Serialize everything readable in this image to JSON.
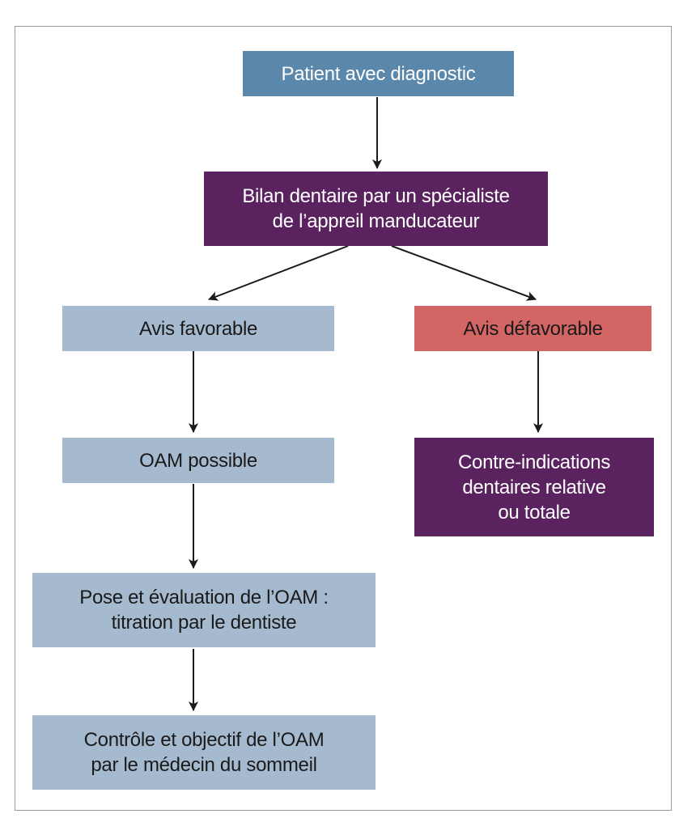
{
  "nodes": {
    "patient": {
      "lines": [
        "Patient avec diagnostic"
      ]
    },
    "bilan": {
      "lines": [
        "Bilan dentaire par un spécialiste",
        "de l’appreil manducateur"
      ]
    },
    "favorable": {
      "lines": [
        "Avis favorable"
      ]
    },
    "defavorable": {
      "lines": [
        "Avis défavorable"
      ]
    },
    "oam_possible": {
      "lines": [
        "OAM possible"
      ]
    },
    "contre": {
      "lines": [
        "Contre-indications",
        "dentaires relative",
        "ou totale"
      ]
    },
    "pose": {
      "lines": [
        "Pose et évaluation de l’OAM :",
        "titration par le dentiste"
      ]
    },
    "controle": {
      "lines": [
        "Contrôle et objectif de l’OAM",
        "par le médecin du sommeil"
      ]
    }
  },
  "edges": [
    {
      "from": "patient",
      "to": "bilan"
    },
    {
      "from": "bilan",
      "to": "favorable"
    },
    {
      "from": "bilan",
      "to": "defavorable"
    },
    {
      "from": "favorable",
      "to": "oam_possible"
    },
    {
      "from": "defavorable",
      "to": "contre"
    },
    {
      "from": "oam_possible",
      "to": "pose"
    },
    {
      "from": "pose",
      "to": "controle"
    }
  ],
  "colors": {
    "steel_blue": "#5b87aa",
    "purple": "#5b2260",
    "light_blue": "#a6bacf",
    "salmon": "#d36565",
    "arrow": "#1a1a1a"
  }
}
